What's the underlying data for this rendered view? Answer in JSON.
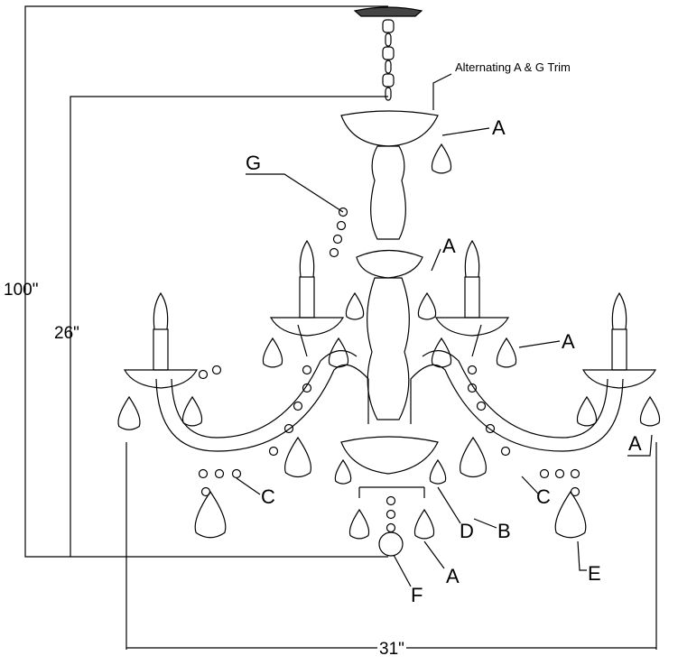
{
  "dimensions": {
    "height_overall": "100\"",
    "height_body": "26\"",
    "width": "31\""
  },
  "trim_note": "Alternating A & G Trim",
  "labels": {
    "a_top": "A",
    "g": "G",
    "a_mid": "A",
    "a_right": "A",
    "a_far_right": "A",
    "c_left": "C",
    "c_right": "C",
    "d": "D",
    "b": "B",
    "e": "E",
    "f": "F",
    "a_bottom": "A"
  }
}
